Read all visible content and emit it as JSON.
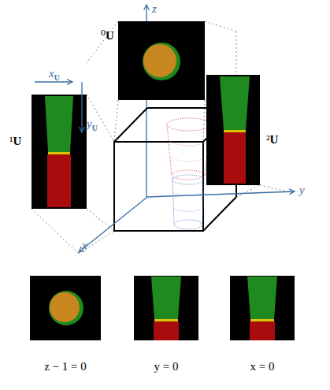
{
  "diagram": {
    "labels": [
      "z",
      "⁰U",
      "xU",
      "yU",
      "¹U",
      "²U",
      "y",
      "x",
      "z − 1 = 0",
      "y = 0",
      "x = 0"
    ]
  }
}
